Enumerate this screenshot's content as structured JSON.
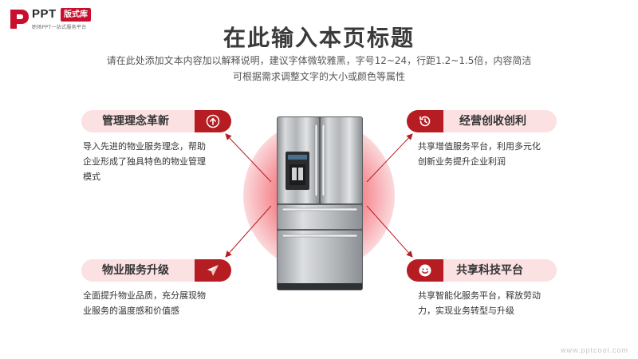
{
  "logo": {
    "brand": "PPT",
    "badge": "版式库",
    "tagline": "职场PPT一站式服务平台"
  },
  "header": {
    "title": "在此输入本页标题",
    "subtitle_line1": "请在此处添加文本内容加以解释说明，建议字体微软雅黑，字号12~24，行距1.2~1.5倍，内容简洁",
    "subtitle_line2": "可根据需求调整文字的大小或颜色等属性"
  },
  "colors": {
    "accent": "#b51d22",
    "pill_bg": "#fbe1e2",
    "glow": "#f04a56"
  },
  "features": [
    {
      "title": "管理理念革新",
      "icon": "arrow-up-circle-icon",
      "desc_line1": "导入先进的物业服务理念，帮助",
      "desc_line2": "企业形成了独具特色的物业管理",
      "desc_line3": "模式"
    },
    {
      "title": "经营创收创利",
      "icon": "history-icon",
      "desc_line1": "共享增值服务平台，利用多元化",
      "desc_line2": "创新业务提升企业利润"
    },
    {
      "title": "物业服务升级",
      "icon": "paper-plane-icon",
      "desc_line1": "全面提升物业品质，充分展现物",
      "desc_line2": "业服务的温度感和价值感"
    },
    {
      "title": "共享科技平台",
      "icon": "smile-icon",
      "desc_line1": "共享智能化服务平台，释放劳动",
      "desc_line2": "力，实现业务转型与升级"
    }
  ],
  "watermark": "www.pptcool.com"
}
